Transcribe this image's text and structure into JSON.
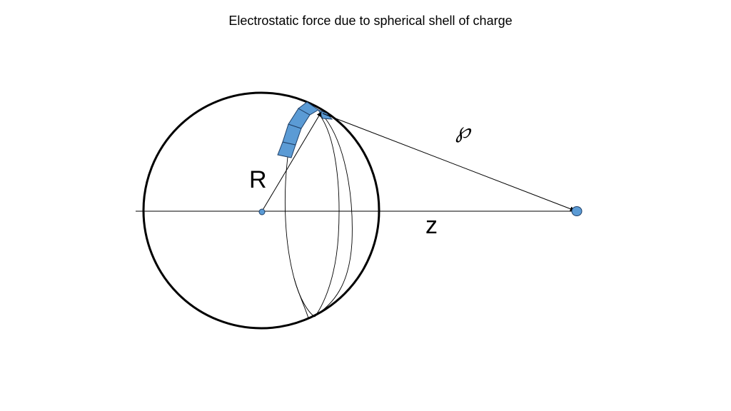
{
  "title": "Electrostatic force due to spherical shell of charge",
  "labels": {
    "radius": "R",
    "distance": "z",
    "separation": "℘"
  },
  "colors": {
    "charge_fill": "#5b9bd5",
    "charge_stroke": "#1f3f66",
    "line": "#000000"
  }
}
